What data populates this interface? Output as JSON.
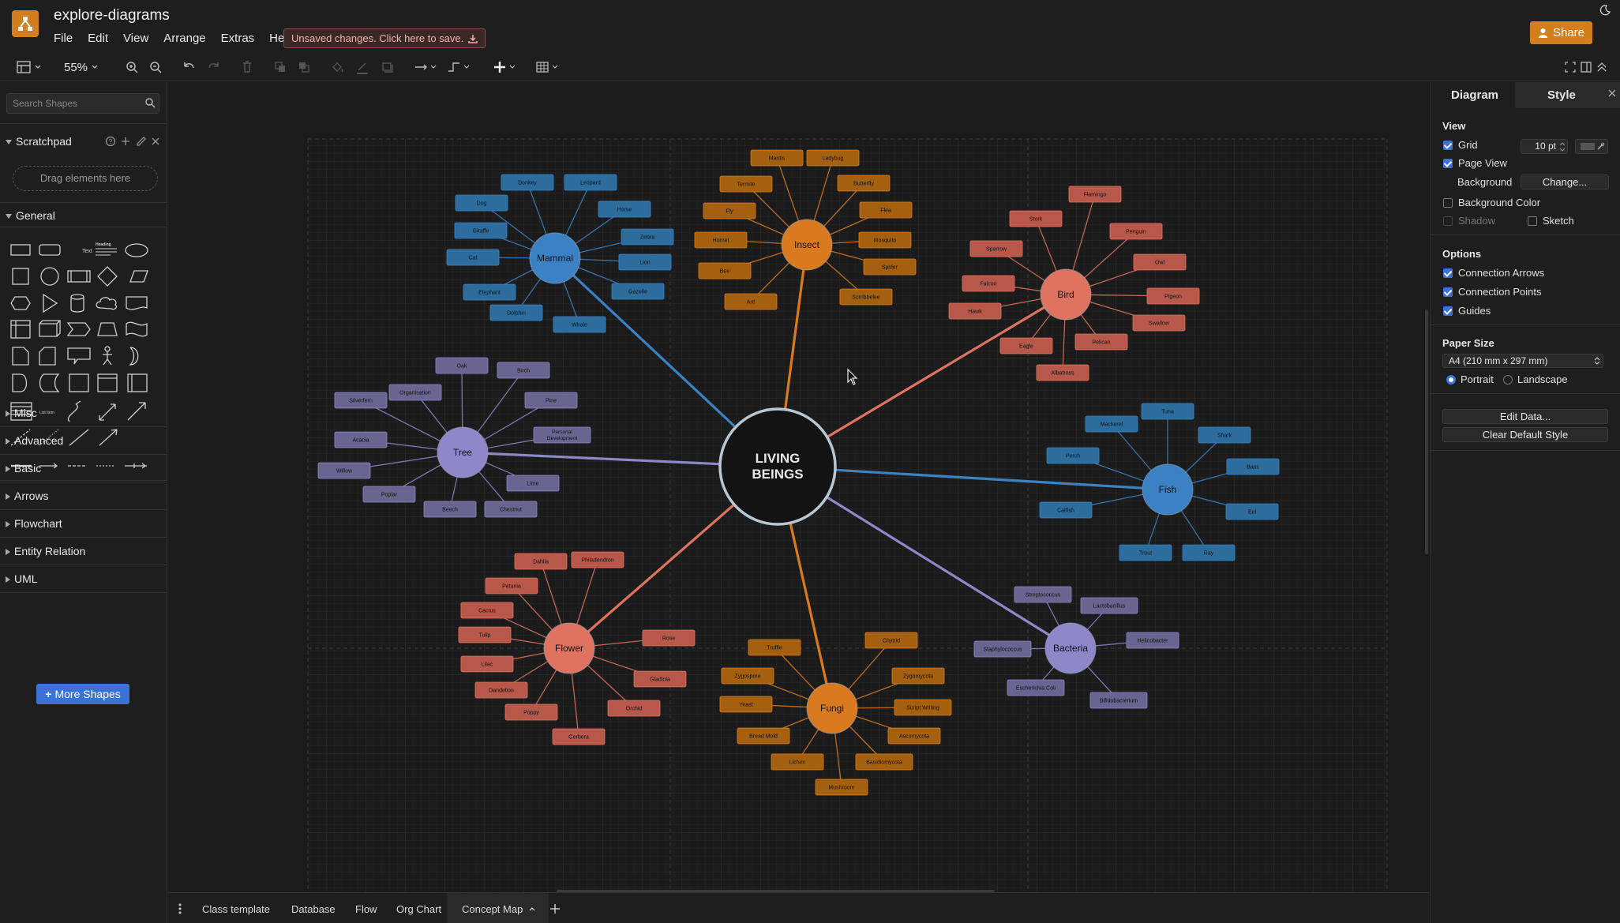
{
  "app": {
    "title": "explore-diagrams",
    "unsaved_notice": "Unsaved changes. Click here to save.",
    "share_label": "Share",
    "brand_color": "#d37f1e"
  },
  "menu": [
    "File",
    "Edit",
    "View",
    "Arrange",
    "Extras",
    "Help"
  ],
  "toolbar": {
    "zoom": "55%"
  },
  "sidebar": {
    "search_placeholder": "Search Shapes",
    "scratchpad_title": "Scratchpad",
    "scratchpad_hint": "Drag elements here",
    "general_title": "General",
    "shape_labels": {
      "text": "Text",
      "heading": "Heading",
      "list_item": "List Item"
    },
    "collapsed_sections": [
      "Misc",
      "Advanced",
      "Basic",
      "Arrows",
      "Flowchart",
      "Entity Relation",
      "UML"
    ],
    "more_shapes_label": "More Shapes"
  },
  "tabs": [
    "Class template",
    "Database",
    "Flow",
    "Org Chart",
    "Concept Map"
  ],
  "active_tab": "Concept Map",
  "right_panel": {
    "tabs": [
      "Diagram",
      "Style"
    ],
    "view_title": "View",
    "grid_label": "Grid",
    "grid_size": "10 pt",
    "page_view_label": "Page View",
    "background_label": "Background",
    "change_label": "Change...",
    "background_color_label": "Background Color",
    "shadow_label": "Shadow",
    "sketch_label": "Sketch",
    "options_title": "Options",
    "connection_arrows_label": "Connection Arrows",
    "connection_points_label": "Connection Points",
    "guides_label": "Guides",
    "paper_size_title": "Paper Size",
    "paper_size_value": "A4 (210 mm x 297 mm)",
    "portrait_label": "Portrait",
    "landscape_label": "Landscape",
    "edit_data_label": "Edit Data...",
    "clear_style_label": "Clear Default Style"
  },
  "concept_map": {
    "center": {
      "line1": "LIVING",
      "line2": "BEINGS"
    },
    "colors": {
      "blue": "#3b82c4",
      "orange": "#d97a1e",
      "salmon": "#e07260",
      "purple": "#8e87c9",
      "blue_box": "#2d6d9e",
      "orange_box": "#a5600f",
      "salmon_box": "#b8584a",
      "purple_box": "#6a6491"
    },
    "categories": [
      {
        "name": "Mammal",
        "color": "blue",
        "items": [
          "Donkey",
          "Leopard",
          "Dog",
          "Horse",
          "Giraffe",
          "Zebra",
          "Cat",
          "Lion",
          "Elephant",
          "Gazelle",
          "Dolphin",
          "Whale"
        ]
      },
      {
        "name": "Insect",
        "color": "orange",
        "items": [
          "Mantis",
          "Ladybug",
          "Termite",
          "Butterfly",
          "Fly",
          "Flea",
          "Hornet",
          "Mosquito",
          "Bee",
          "Spider",
          "Ant",
          "Scrribbelee"
        ]
      },
      {
        "name": "Bird",
        "color": "salmon",
        "items": [
          "Flamingo",
          "Stork",
          "Penguin",
          "Sparrow",
          "Owl",
          "Falcon",
          "Pigeon",
          "Hawk",
          "Swallow",
          "Pelican",
          "Eagle",
          "Albatross"
        ]
      },
      {
        "name": "Tree",
        "color": "purple",
        "items": [
          "Oak",
          "Birch",
          "Organisation",
          "Pine",
          "Silverfern",
          "Personal Development",
          "Acacia",
          "Willow",
          "Lime",
          "Poplar",
          "Beech",
          "Chestnut"
        ]
      },
      {
        "name": "Fish",
        "color": "blue",
        "items": [
          "Tuna",
          "Mackerel",
          "Shark",
          "Perch",
          "Bass",
          "Catfish",
          "Eel",
          "Trout",
          "Ray"
        ]
      },
      {
        "name": "Flower",
        "color": "salmon",
        "items": [
          "Dahlia",
          "Philadendron",
          "Petunia",
          "Cactus",
          "Tulip",
          "Rose",
          "Lilac",
          "Gladiola",
          "Dandelion",
          "Orchid",
          "Poppy",
          "Gerbera"
        ]
      },
      {
        "name": "Fungi",
        "color": "orange",
        "items": [
          "Truffle",
          "Chytrid",
          "Zygospore",
          "Zygomycota",
          "Yeast",
          "Script Writing",
          "Bread Mold",
          "Ascomycota",
          "Lichen",
          "Basidiomycota",
          "Mushroom"
        ]
      },
      {
        "name": "Bacteria",
        "color": "purple",
        "items": [
          "Streptococcus",
          "Lactobacillus",
          "Staphylococcus",
          "Helicobacter",
          "Escherichia Coli",
          "Bifidobacterium"
        ]
      }
    ]
  }
}
